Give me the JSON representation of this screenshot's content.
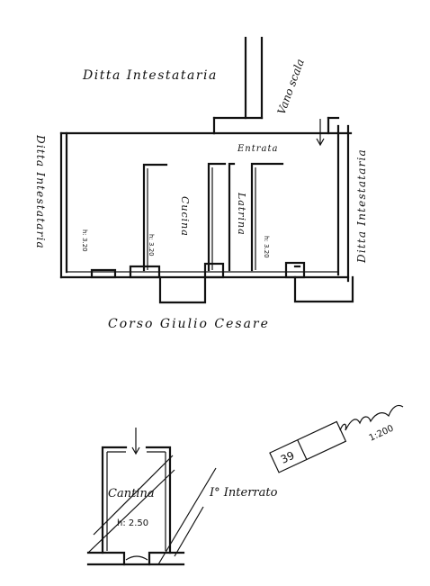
{
  "ground_floor": {
    "neighbor_top": "Ditta Intestataria",
    "neighbor_left": "Ditta Intestataria",
    "neighbor_right": "Ditta Intestataria",
    "stair": "Vano scala",
    "entrance": "Entrata",
    "kitchen": "Cucina",
    "toilet": "Latrina",
    "height_1": "h: 3.20",
    "height_2": "h: 3.20",
    "height_3": "h: 3.20",
    "street": "Corso Giulio Cesare"
  },
  "basement": {
    "cellar": "Cantina",
    "height": "h: 2.50",
    "level": "I° Interrato"
  },
  "stamp": {
    "number": "39",
    "scale": "1:200"
  }
}
